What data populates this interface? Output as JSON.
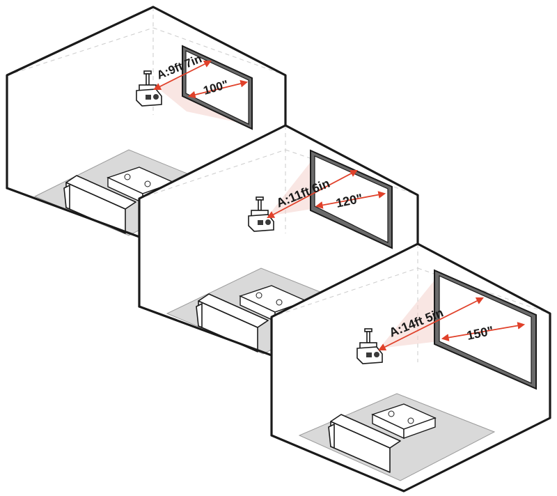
{
  "rooms": [
    {
      "id": "room-1",
      "distance_label": "A:9ft 7in",
      "screen_size_label": "100\""
    },
    {
      "id": "room-2",
      "distance_label": "A:11ft 6in",
      "screen_size_label": "120\""
    },
    {
      "id": "room-3",
      "distance_label": "A:14ft 5in",
      "screen_size_label": "150\""
    }
  ],
  "colors": {
    "dimension_line": "#e0412a",
    "beam": "#f4d2cc",
    "outline": "#1a1a1a",
    "rug": "#d9d9d9"
  }
}
